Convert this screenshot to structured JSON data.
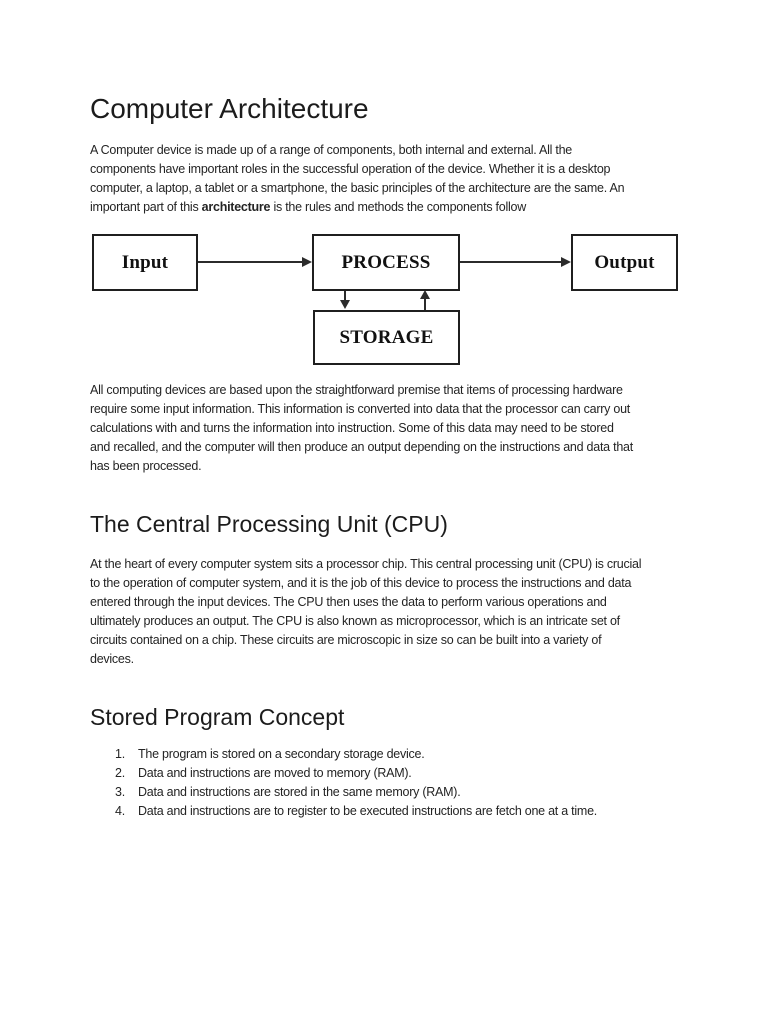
{
  "colors": {
    "text": "#242424",
    "heading": "#1c1c1c",
    "diagram_border": "#1f1f1f"
  },
  "doc": {
    "title": "Computer Architecture"
  },
  "intro": {
    "lines": [
      "A Computer device is made up of a range of components, both internal and external. All the",
      "components have important roles in the successful operation of the device. Whether it is a desktop",
      "computer, a laptop, a tablet or a smartphone, the basic principles of the architecture are the same. An"
    ],
    "line4_pre": "important part of this ",
    "line4_bold": "architecture",
    "line4_post": " is the rules and methods the components follow"
  },
  "diagram": {
    "input_label": "Input",
    "process_label": "PROCESS",
    "output_label": "Output",
    "storage_label": "STORAGE"
  },
  "premise": {
    "lines": [
      "All computing devices are based upon the straightforward premise that items of processing hardware",
      "require some input information. This information is converted into data that the processor can carry out",
      "calculations with and turns the information into instruction. Some of this data may need to be stored",
      "and recalled, and the computer will then produce an output depending on the instructions and data that",
      "has been processed."
    ]
  },
  "cpu_section": {
    "heading": "The Central Processing Unit (CPU)",
    "lines": [
      "At the heart of every computer system sits a processor chip. This central processing unit (CPU) is crucial",
      "to the operation of computer system, and it is the job of this device to process the instructions and data",
      "entered through the input devices. The CPU then uses the data to perform various operations and",
      "ultimately produces an output. The CPU is also known as microprocessor, which is an intricate set of",
      "circuits contained on a chip. These circuits are microscopic in size so can be built into a variety of",
      "devices."
    ]
  },
  "stored_program_section": {
    "heading": "Stored Program Concept",
    "items": [
      {
        "num": "1.",
        "text": "The program is stored on a secondary storage device."
      },
      {
        "num": "2.",
        "text": "Data and instructions are moved to memory (RAM)."
      },
      {
        "num": "3.",
        "text": "Data and instructions are stored in the same memory (RAM)."
      },
      {
        "num": "4.",
        "text": "Data and instructions are to register to be executed instructions are fetch one at a time."
      }
    ]
  }
}
